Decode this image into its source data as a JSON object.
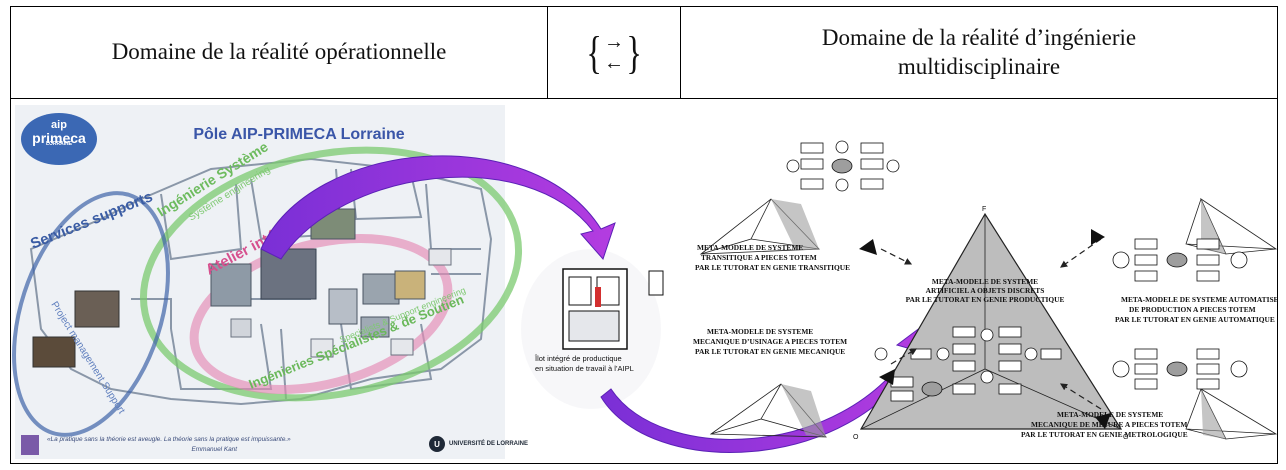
{
  "header": {
    "left": "Domaine de la réalité opérationnelle",
    "middle_top": "→",
    "middle_bottom": "←",
    "right_line1": "Domaine de la réalité d’ingénierie",
    "right_line2": "multidisciplinaire"
  },
  "left_panel": {
    "logo": "aip primeca",
    "logo_sub": "LORRAINE",
    "title": "Pôle AIP-PRIMECA Lorraine",
    "label_ingenierie_systeme": "Ingénierie Système",
    "label_systeme_engineering": "Système engineering",
    "label_atelier": "Atelier intégré de production",
    "label_services": "Services supports",
    "label_specialistes": "Ingénieries Spécialistes & de Soutien",
    "label_support": "Specialists & Support engineering",
    "label_project": "Project management Support",
    "quote": "«La pratique sans la théorie est aveugle. La théorie sans la pratique est impuissante.»",
    "quote_author": "Emmanuel Kant",
    "univ_logo": "UNIVERSITÉ DE LORRAINE"
  },
  "ilot_caption_1": "Îlot intégré de productique",
  "ilot_caption_2": "en situation de travail à l’AIPL",
  "right_panel": {
    "center_1": "META-MODELE DE SYSTEME",
    "center_2": "ARTIFICIEL A OBJETS DISCRETS",
    "center_3": "PAR LE TUTORAT EN GENIE PRODUCTIQUE",
    "tl_1": "META-MODELE DE SYSTEME",
    "tl_2": "TRANSITIQUE A PIECES TOTEM",
    "tl_3": "PAR LE TUTORAT EN GENIE TRANSITIQUE",
    "tr_1": "META-MODELE DE SYSTEME AUTOMATISE",
    "tr_2": "DE PRODUCTION A PIECES TOTEM",
    "tr_3": "PAR LE TUTORAT EN GENIE AUTOMATIQUE",
    "bl_1": "META-MODELE DE SYSTEME",
    "bl_2": "MECANIQUE D’USINAGE A PIECES TOTEM",
    "bl_3": "PAR LE TUTORAT EN GENIE MECANIQUE",
    "br_1": "META-MODELE DE SYSTEME",
    "br_2": "MECANIQUE DE MESURE A PIECES TOTEM",
    "br_3": "PAR LE TUTORAT EN GENIE METROLOGIQUE",
    "f_label": "F",
    "o_label": "O",
    "g_label": "G"
  }
}
